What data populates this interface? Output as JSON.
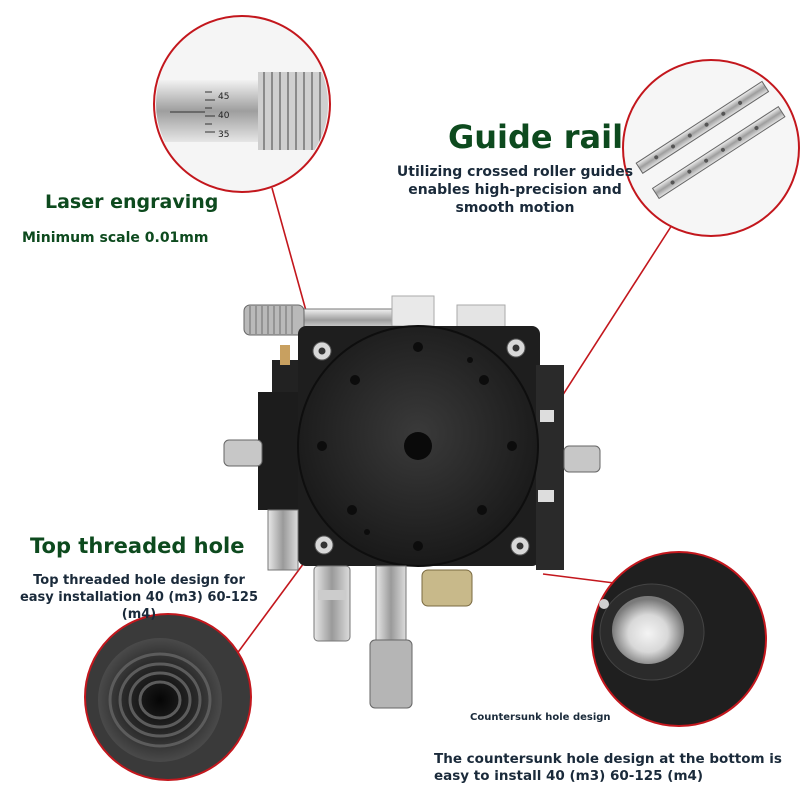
{
  "callouts": {
    "laser": {
      "title": "Laser engraving",
      "subtitle": "Minimum scale 0.01mm"
    },
    "guide": {
      "title": "Guide rail",
      "desc": "Utilizing crossed roller guides enables high-precision and smooth motion"
    },
    "top_hole": {
      "title": "Top threaded hole",
      "desc": "Top threaded hole design for easy installation 40 (m3) 60-125 (m4)"
    },
    "countersunk": {
      "caption": "Countersunk hole design",
      "desc": "The countersunk hole design at the bottom is easy to install 40 (m3) 60-125 (m4)"
    }
  },
  "micrometer_scale": [
    "45",
    "40",
    "35"
  ],
  "colors": {
    "accent_line": "#c3171d",
    "heading_green": "#0d4a1e",
    "stage_black": "#1b1b1b"
  }
}
